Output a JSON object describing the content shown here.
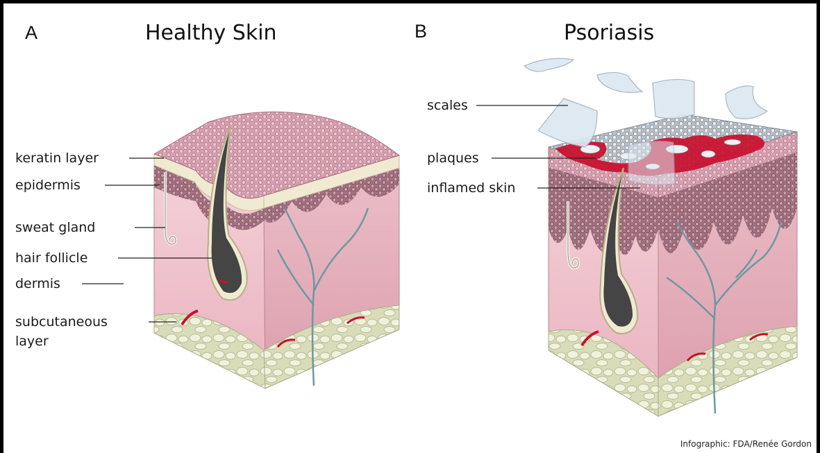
{
  "panels": [
    {
      "letter": "A",
      "title": "Healthy Skin",
      "labels": [
        {
          "text": "keratin layer"
        },
        {
          "text": "epidermis"
        },
        {
          "text": "sweat gland"
        },
        {
          "text": "hair follicle"
        },
        {
          "text": "dermis"
        },
        {
          "text": "subcutaneous"
        },
        {
          "text": "layer"
        }
      ]
    },
    {
      "letter": "B",
      "title": "Psoriasis",
      "labels": [
        {
          "text": "scales"
        },
        {
          "text": "plaques"
        },
        {
          "text": "inflamed skin"
        }
      ]
    }
  ],
  "credit": "Infographic: FDA/Renée Gordon",
  "colors": {
    "dermis": "#f0c4cd",
    "dermis_side": "#e3a6b3",
    "epidermis": "#c98e9e",
    "keratin": "#f1ead2",
    "fat": "#eceed2",
    "follicle": "#444444",
    "vessel": "#5f8e96",
    "plaque": "#c8102e",
    "scale": "#dde8f0"
  }
}
